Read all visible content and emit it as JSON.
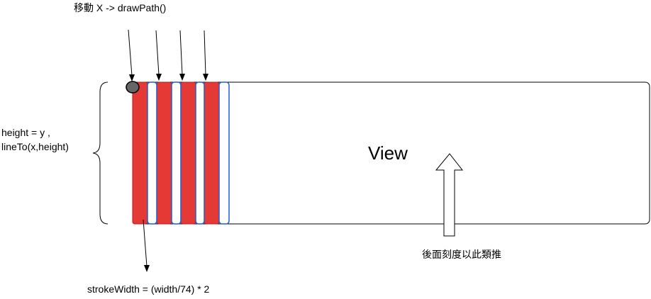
{
  "labels": {
    "move_x": "移動 X -> drawPath()",
    "height_line1": "height = y ,",
    "height_line2": "lineTo(x,height)",
    "view": "View",
    "stroke_width": "strokeWidth = (width/74) * 2",
    "extrapolate": "後面刻度以此類推"
  },
  "colors": {
    "bar_fill": "#e53935",
    "bar_stroke": "#b71c1c",
    "gap_stroke": "#1e5fd0",
    "outline": "#000000",
    "dot_fill": "#666666"
  },
  "icons": {
    "up_arrow": "hollow-up-arrow-icon",
    "brace": "left-curly-brace-icon",
    "dot": "start-point-dot-icon"
  }
}
